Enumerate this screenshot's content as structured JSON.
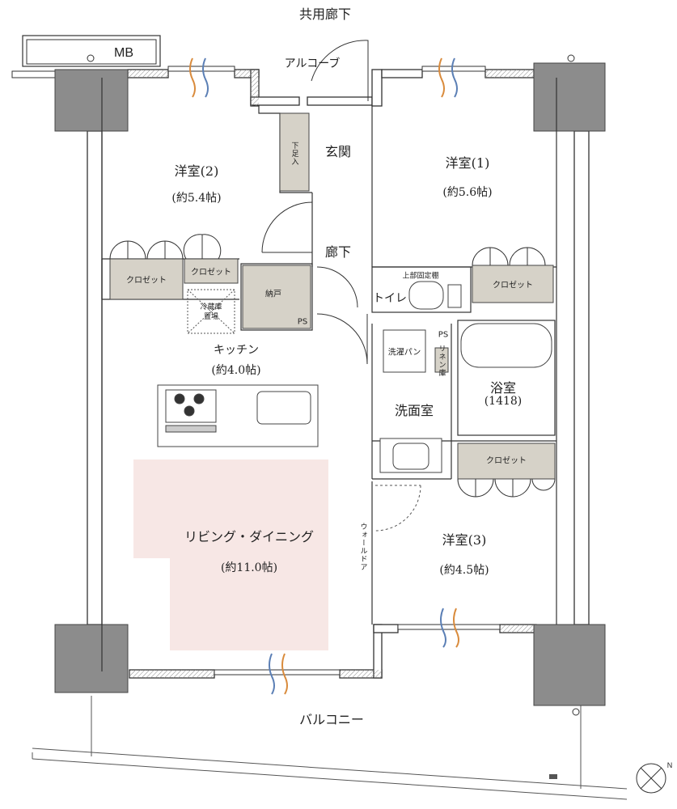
{
  "labels": {
    "corridor_common": "共用廊下",
    "mb": "MB",
    "alcove": "アルコーブ",
    "entrance": "玄関",
    "shoe_storage": "下足入",
    "room2": {
      "name": "洋室(2)",
      "size": "(約5.4帖)"
    },
    "room1": {
      "name": "洋室(1)",
      "size": "(約5.6帖)"
    },
    "room3": {
      "name": "洋室(3)",
      "size": "(約4.5帖)"
    },
    "hallway": "廊下",
    "closet_a": "クロゼット",
    "closet_b": "クロゼット",
    "closet_c": "クロゼット",
    "closet_d": "クロゼット",
    "storage": "納戸",
    "ps1": "PS",
    "ps2": "PS",
    "fridge": "冷蔵庫\n置場",
    "kitchen": {
      "name": "キッチン",
      "size": "(約4.0帖)"
    },
    "shelf": "上部固定棚",
    "toilet": "トイレ",
    "laundry_pan": "洗濯パン",
    "linen": "リネン庫",
    "bath": {
      "name": "浴室",
      "size": "(1418)"
    },
    "washroom": "洗面室",
    "wall_door": "ウォールドア",
    "living": {
      "name": "リビング・ダイニング",
      "size": "(約11.0帖)"
    },
    "balcony": "バルコニー",
    "compass": "N"
  },
  "colors": {
    "wall": "#ffffff",
    "wall_outline": "#333333",
    "column": "#8c8c8c",
    "closet_fill": "#d6d2c8",
    "living_fill": "#f7e7e5",
    "cool_airflow": "#5b7fb5",
    "warm_airflow": "#d98b3c"
  }
}
